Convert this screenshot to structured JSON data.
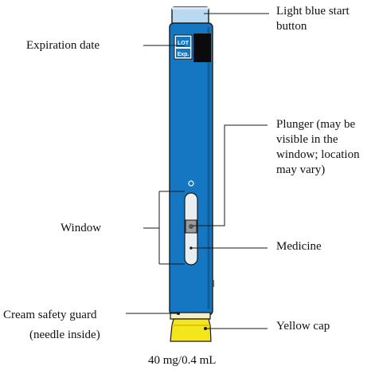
{
  "labels": {
    "start_button": [
      "Light blue start",
      "button"
    ],
    "expiration": "Expiration date",
    "plunger": [
      "Plunger (may be",
      "visible in the",
      "window; location",
      "may vary)"
    ],
    "window": "Window",
    "medicine": "Medicine",
    "safety_guard": [
      "Cream safety guard",
      "(needle inside)"
    ],
    "yellow_cap": "Yellow cap"
  },
  "pen_markings": {
    "lot": "LOT",
    "exp": "Exp."
  },
  "dose": "40 mg/0.4 mL",
  "colors": {
    "pen_body": "#1577c2",
    "start_button": "#b8d9ef",
    "window": "#e9eef2",
    "guard": "#f6eec6",
    "cap": "#f4e51c",
    "label_black": "#111111"
  }
}
